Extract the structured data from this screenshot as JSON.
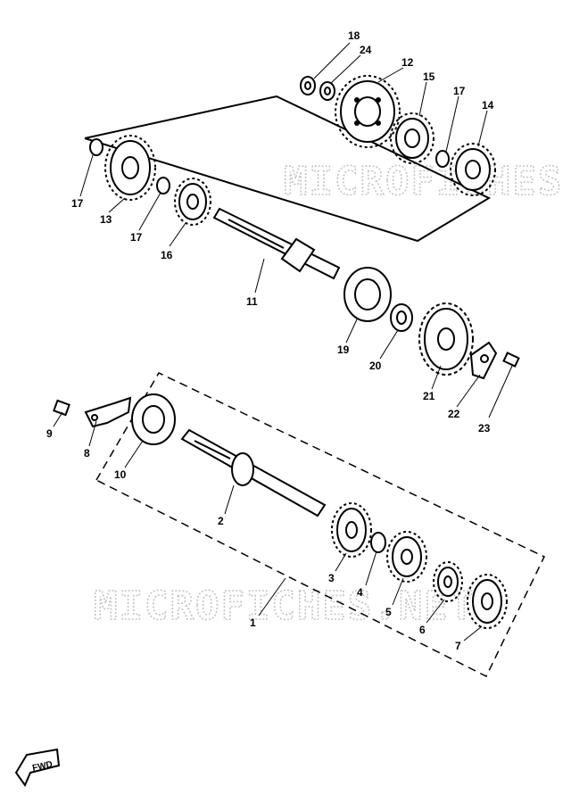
{
  "watermarks": [
    "MICROFICHES.NET",
    "MICROFICHES.NET"
  ],
  "fwd_label": "FWD",
  "labels": {
    "p1": "1",
    "p2": "2",
    "p3": "3",
    "p4": "4",
    "p5": "5",
    "p6": "6",
    "p7": "7",
    "p8": "8",
    "p9": "9",
    "p10": "10",
    "p11": "11",
    "p12": "12",
    "p13": "13",
    "p14": "14",
    "p15": "15",
    "p16": "16",
    "p17a": "17",
    "p17b": "17",
    "p17c": "17",
    "p18": "18",
    "p19": "19",
    "p20": "20",
    "p21": "21",
    "p22": "22",
    "p23": "23",
    "p24": "24"
  }
}
